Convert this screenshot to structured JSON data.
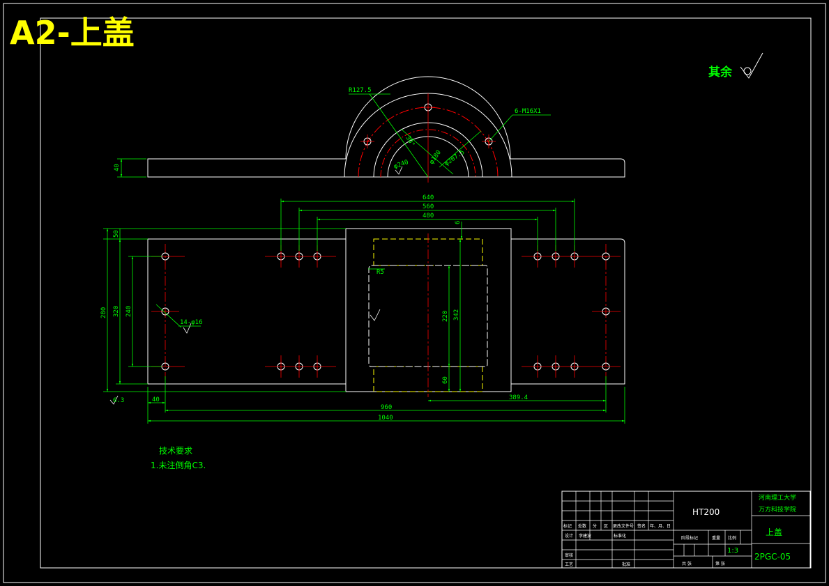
{
  "sheet": {
    "corner_title": "A2-上盖",
    "surface_note": "其余"
  },
  "colors": {
    "background": "#000000",
    "outline": "#ffffff",
    "dimension": "#00ff00",
    "center_line": "#ff0000",
    "hidden_line": "#ffff00",
    "title": "#ffff00"
  },
  "top_view": {
    "labels": {
      "radius": "R127.5",
      "thread": "6-M16X1",
      "bolt_circle": "φ207.5",
      "bore": "φ180",
      "dia_inner": "φ240",
      "small_angle": "30°",
      "thickness": "40"
    }
  },
  "front_view": {
    "dims": {
      "d640": "640",
      "d560": "560",
      "d480": "480",
      "d6": "6",
      "d50": "50",
      "d280": "280",
      "d320": "320",
      "d240": "240",
      "d220": "220",
      "d342": "342",
      "d60": "60",
      "d40": "40",
      "d960": "960",
      "d1040": "1040",
      "d389": "389.4",
      "fillet": "R5",
      "holes": "14-φ16",
      "ra_mark": "6.3"
    }
  },
  "tech_requirements": {
    "heading": "技术要求",
    "item1": "1.未注倒角C3."
  },
  "title_block": {
    "material": "HT200",
    "school_line1": "河南理工大学",
    "school_line2": "万方科技学院",
    "part_name": "上盖",
    "drawing_no": "2PGC-05",
    "scale": "1:3",
    "stage_mark": "阶段标记",
    "weight": "重量",
    "ratio": "比例",
    "row_labels": [
      "标记",
      "处数",
      "分",
      "区",
      "更改文件号",
      "签名",
      "年、月、日"
    ],
    "designer": "设计",
    "designer_name": "李建波",
    "std": "标准化",
    "check": "审核",
    "craft": "工艺",
    "approve": "批准",
    "sheets_total": "共 张",
    "sheet_no": "第 张"
  }
}
